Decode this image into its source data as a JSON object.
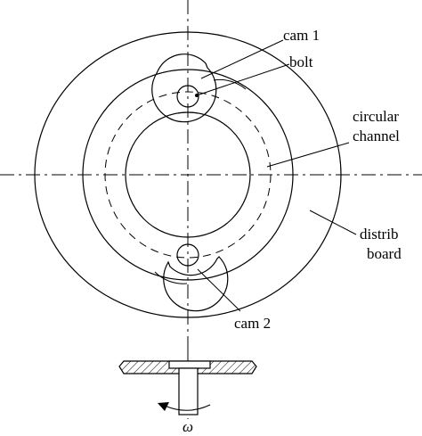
{
  "labels": {
    "cam1": "cam 1",
    "bolt": "bolt",
    "circular_channel_line1": "circular",
    "circular_channel_line2": "channel",
    "distributing_board_line1": "distrib",
    "distributing_board_line2": "board",
    "cam2": "cam 2",
    "omega": "ω"
  }
}
